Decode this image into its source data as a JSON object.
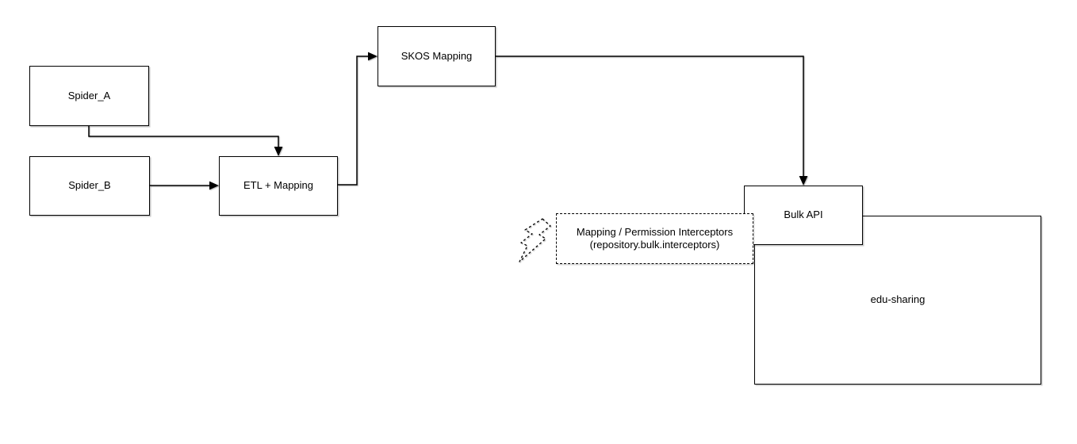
{
  "diagram": {
    "background_color": "#ffffff",
    "stroke_color": "#000000",
    "node_fill_color": "#ffffff",
    "text_color": "#000000",
    "nodes": {
      "spider_a": {
        "label": "Spider_A"
      },
      "spider_b": {
        "label": "Spider_B"
      },
      "etl": {
        "label": "ETL + Mapping"
      },
      "skos": {
        "label": "SKOS Mapping"
      },
      "bulk_api": {
        "label": "Bulk API"
      },
      "edu_sharing": {
        "label": "edu-sharing"
      },
      "interceptors": {
        "label_line1": "Mapping / Permission Interceptors",
        "label_line2": "(repository.bulk.interceptors)"
      }
    },
    "edges": [
      {
        "from": "spider_a",
        "to": "etl"
      },
      {
        "from": "spider_b",
        "to": "etl"
      },
      {
        "from": "etl",
        "to": "skos"
      },
      {
        "from": "skos",
        "to": "bulk_api"
      }
    ]
  }
}
